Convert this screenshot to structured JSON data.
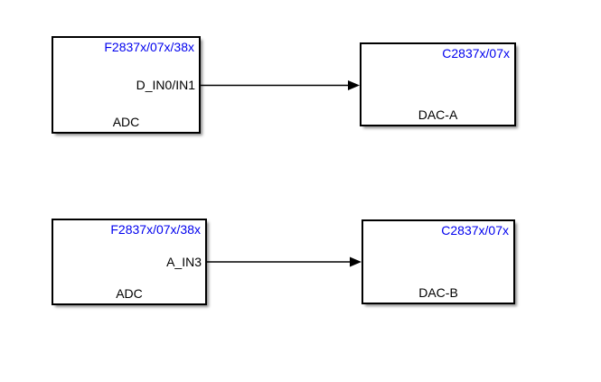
{
  "diagram": {
    "type": "simulink-block-diagram",
    "colors": {
      "background": "#ffffff",
      "block_border": "#000000",
      "header_text": "#0000ee",
      "body_text": "#000000",
      "signal_line": "#000000"
    },
    "blocks": [
      {
        "header": "F2837x/07x/38x",
        "port_label": "D_IN0/IN1",
        "name": "ADC"
      },
      {
        "header": "C2837x/07x",
        "name": "DAC-A"
      },
      {
        "header": "F2837x/07x/38x",
        "port_label": "A_IN3",
        "name": "ADC"
      },
      {
        "header": "C2837x/07x",
        "name": "DAC-B"
      }
    ],
    "connections": [
      {
        "from": "ADC (D_IN0/IN1)",
        "to": "DAC-A"
      },
      {
        "from": "ADC (A_IN3)",
        "to": "DAC-B"
      }
    ]
  }
}
